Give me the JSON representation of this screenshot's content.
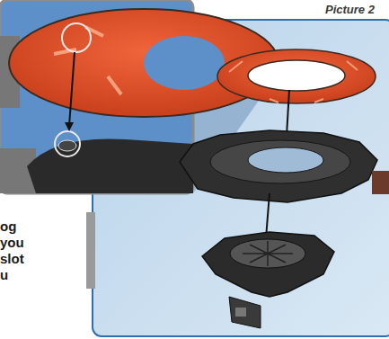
{
  "diagram": {
    "labels": [
      "Picture 2",
      "og",
      "you",
      "slot",
      "u"
    ]
  }
}
